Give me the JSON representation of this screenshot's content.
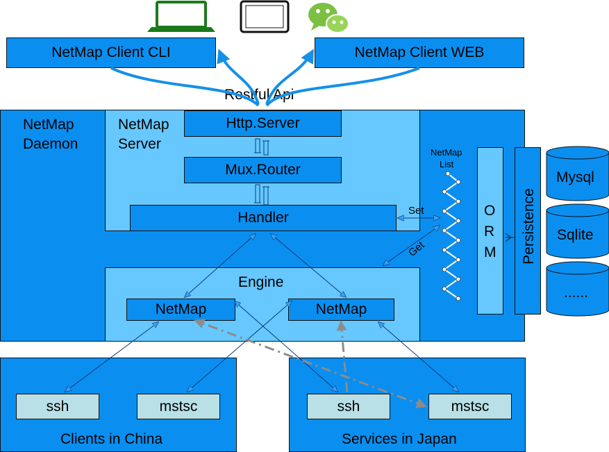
{
  "devices": {
    "laptop_icon": "laptop-icon",
    "tablet_icon": "tablet-icon",
    "chat_icon": "wechat-icon"
  },
  "clients": {
    "cli": "NetMap Client CLI",
    "web": "NetMap Client WEB"
  },
  "api_label": "Restful Api",
  "daemon": {
    "title_line1": "NetMap",
    "title_line2": "Daemon"
  },
  "server": {
    "title_line1": "NetMap",
    "title_line2": "Server",
    "http": "Http.Server",
    "mux": "Mux.Router",
    "handler": "Handler"
  },
  "engine": {
    "title": "Engine",
    "netmap_left": "NetMap",
    "netmap_right": "NetMap"
  },
  "list": {
    "line1": "NetMap",
    "line2": "List",
    "set": "Set",
    "get": "Get"
  },
  "orm": {
    "letters": [
      "O",
      "R",
      "M"
    ]
  },
  "persistence": "Persistence",
  "databases": [
    "Mysql",
    "Sqlite",
    "......"
  ],
  "china": {
    "title": "Clients in China",
    "ssh": "ssh",
    "mstsc": "mstsc"
  },
  "japan": {
    "title": "Services in Japan",
    "ssh": "ssh",
    "mstsc": "mstsc"
  },
  "colors": {
    "dark": "#0a8ff0",
    "light": "#66c8ff",
    "pale": "#b9e0e6",
    "arrow": "#1590e8",
    "dash": "#8c8c8c"
  }
}
